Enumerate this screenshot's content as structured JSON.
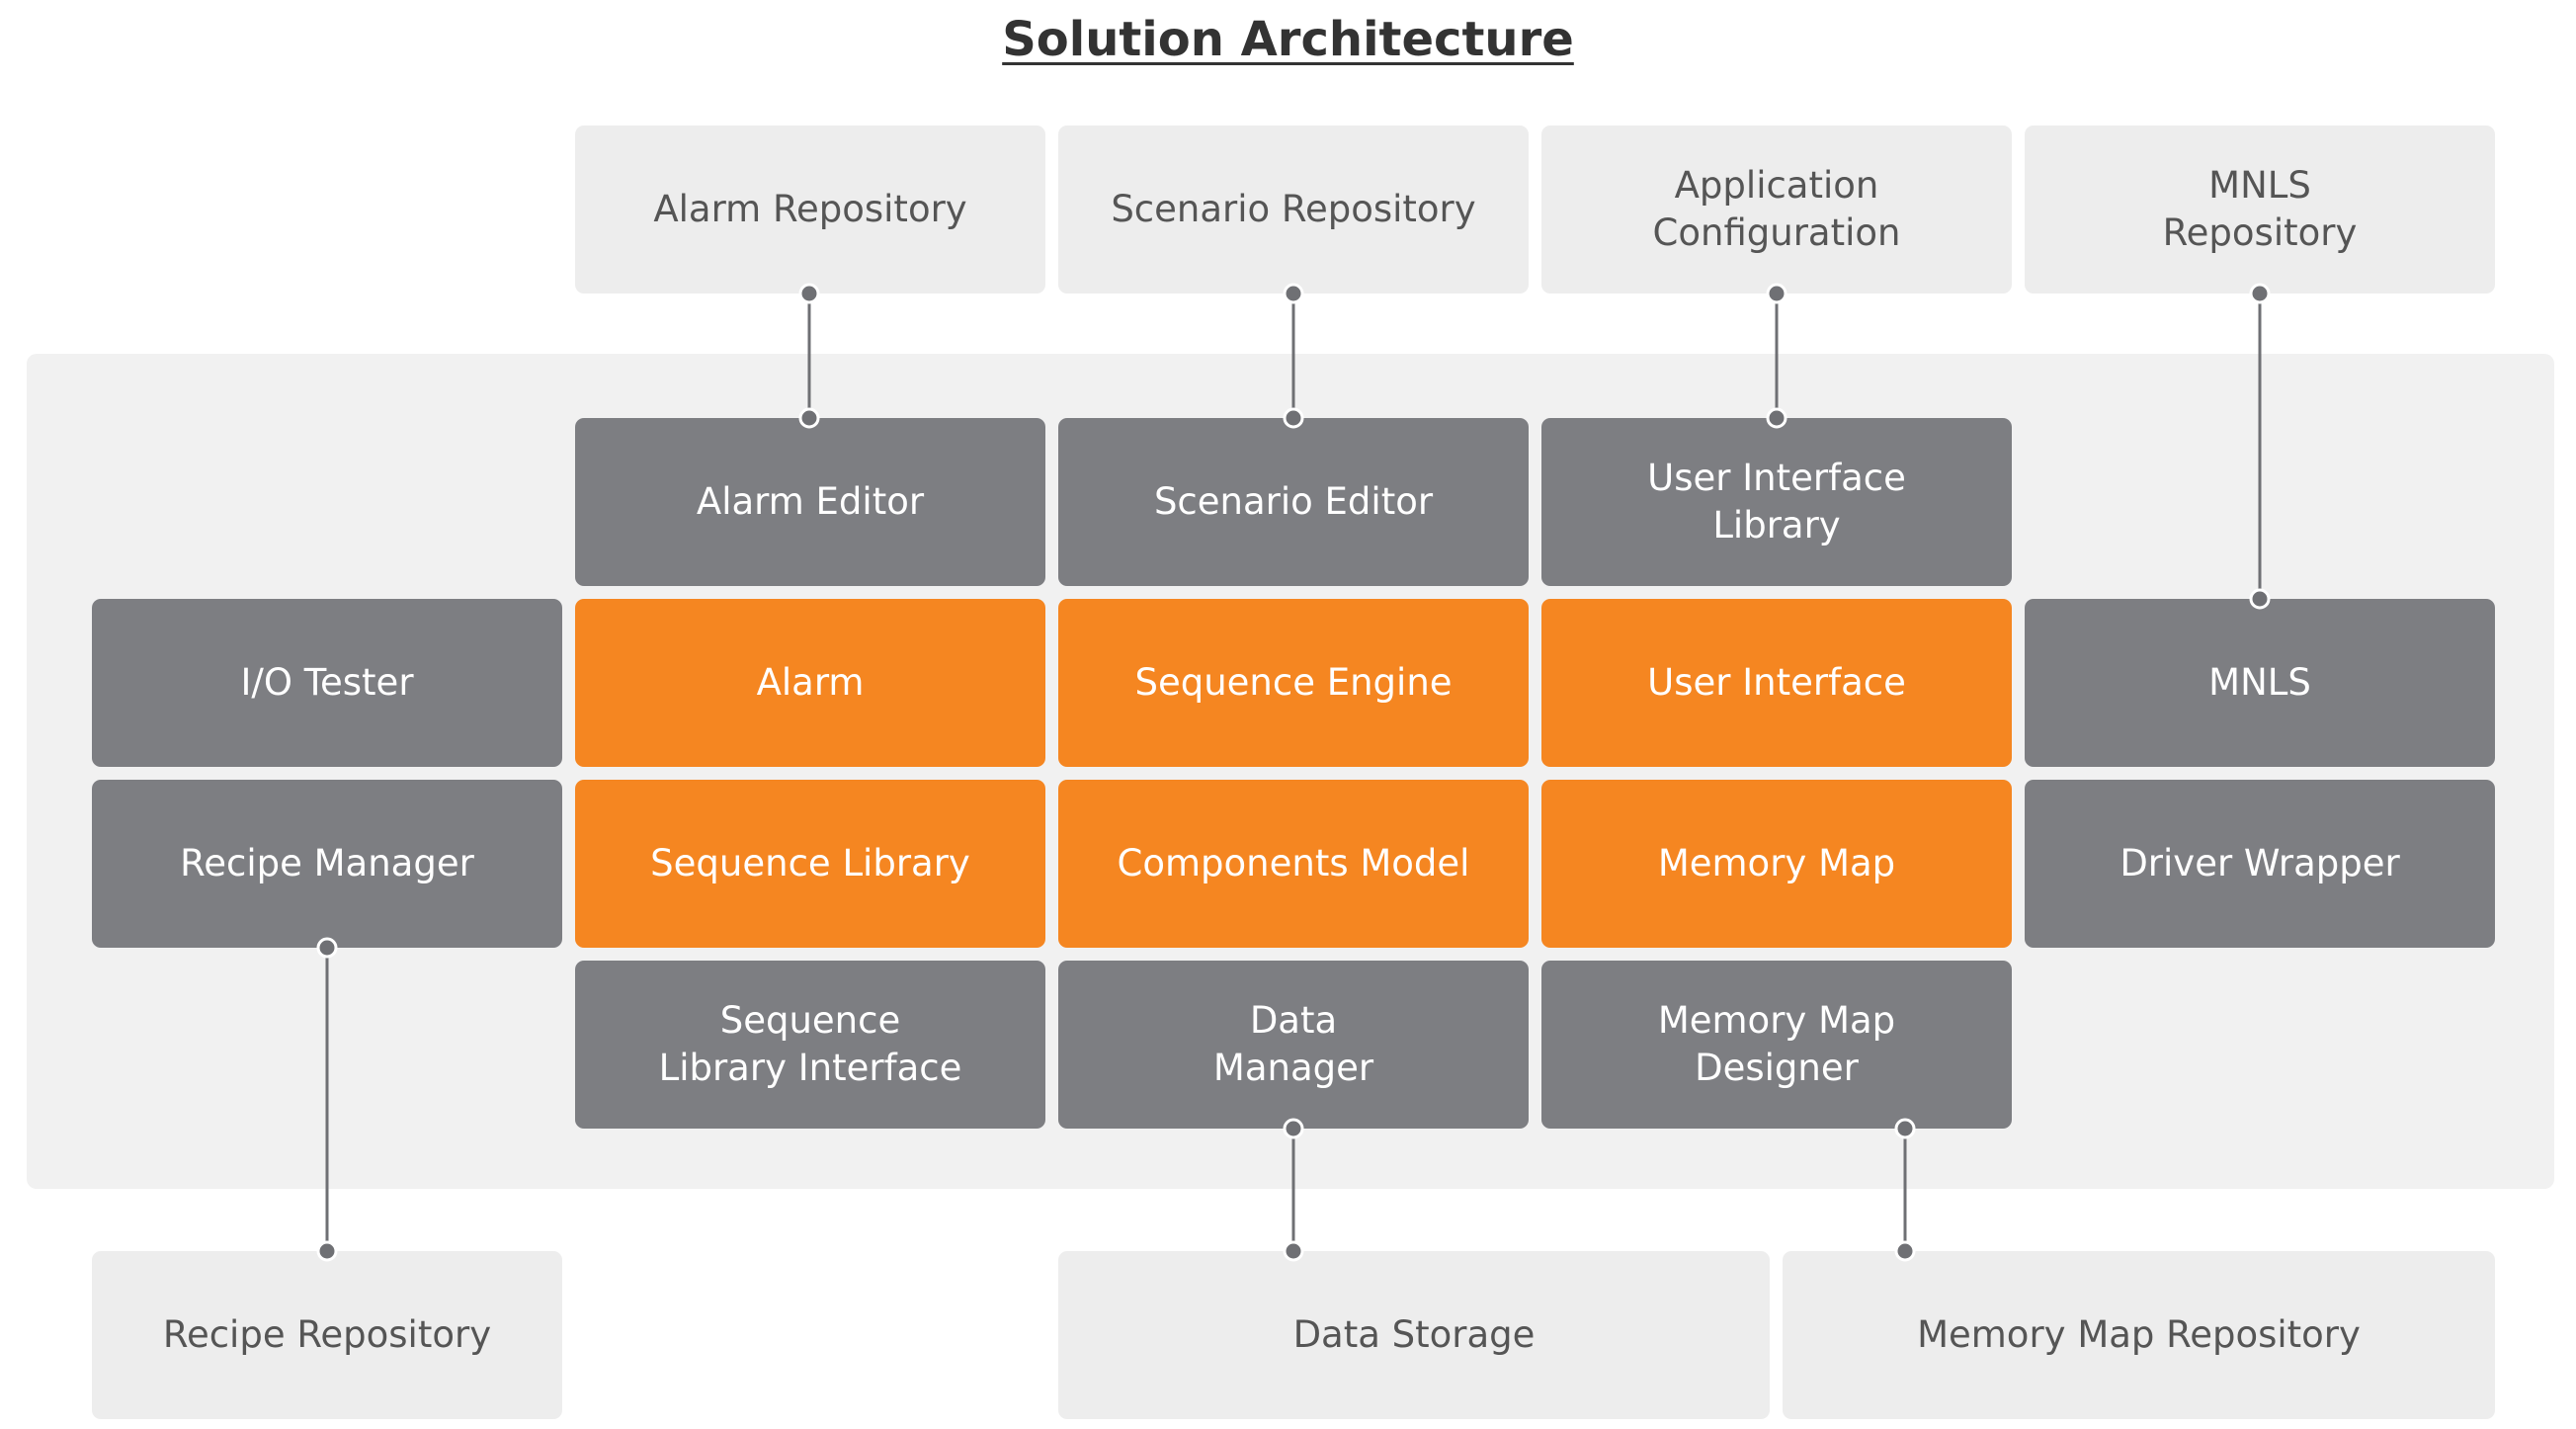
{
  "title": "Solution Architecture",
  "colors": {
    "panel": "#f1f1f1",
    "light_box": "#ededed",
    "dark_box": "#7d7e82",
    "accent_orange": "#f58621",
    "connector": "#6f7074"
  },
  "repositories_top": {
    "alarm_repository": "Alarm Repository",
    "scenario_repository": "Scenario Repository",
    "application_configuration": "Application\nConfiguration",
    "mnls_repository": "MNLS\nRepository"
  },
  "editors": {
    "alarm_editor": "Alarm Editor",
    "scenario_editor": "Scenario Editor",
    "user_interface_library": "User Interface\nLibrary"
  },
  "core": {
    "io_tester": "I/O Tester",
    "alarm": "Alarm",
    "sequence_engine": "Sequence Engine",
    "user_interface": "User Interface",
    "mnls": "MNLS",
    "recipe_manager": "Recipe Manager",
    "sequence_library": "Sequence Library",
    "components_model": "Components Model",
    "memory_map": "Memory Map",
    "driver_wrapper": "Driver Wrapper"
  },
  "designers": {
    "sequence_library_interface": "Sequence\nLibrary Interface",
    "data_manager": "Data\nManager",
    "memory_map_designer": "Memory Map\nDesigner"
  },
  "repositories_bottom": {
    "recipe_repository": "Recipe Repository",
    "data_storage": "Data Storage",
    "memory_map_repository": "Memory Map Repository"
  }
}
